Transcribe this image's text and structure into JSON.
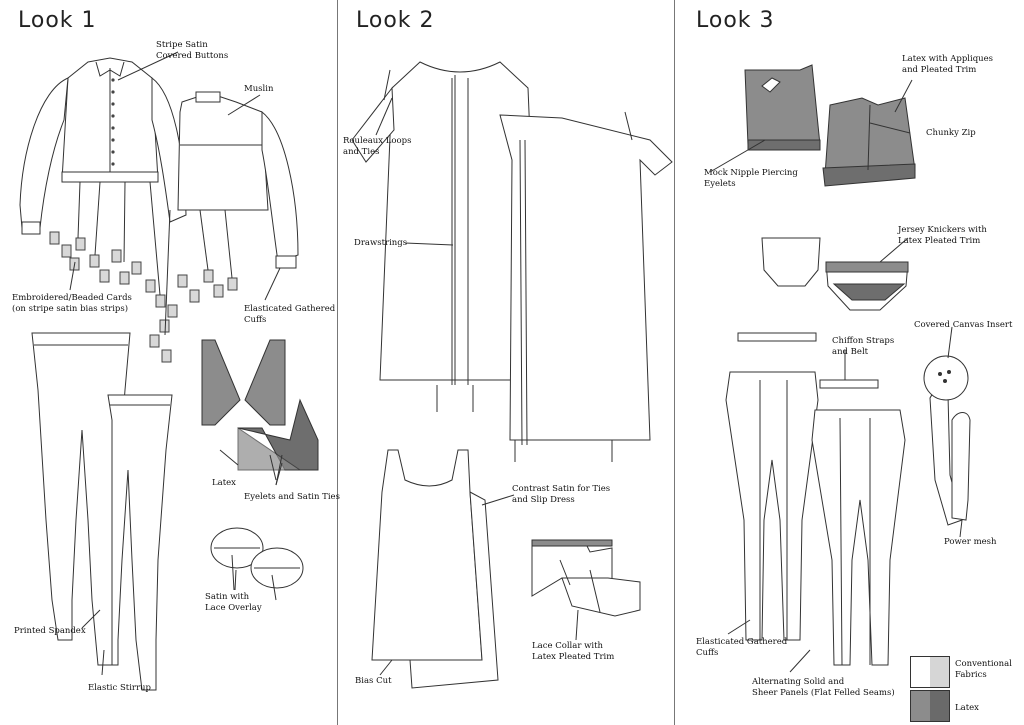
{
  "looks": [
    {
      "title": "Look 1"
    },
    {
      "title": "Look 2"
    },
    {
      "title": "Look 3"
    }
  ],
  "labels": {
    "l1_buttons": "Stripe Satin\nCovered Buttons",
    "l1_muslin": "Muslin",
    "l1_cards": "Embroidered/Beaded Cards\n(on stripe satin bias strips)",
    "l1_cuffs": "Elasticated Gathered\nCuffs",
    "l1_latex": "Latex",
    "l1_eyelets": "Eyelets and Satin Ties",
    "l1_satin": "Satin with\nLace Overlay",
    "l1_spandex": "Printed Spandex",
    "l1_stirrup": "Elastic Stirrup",
    "l2_loops": "Rouleaux Loops\nand Ties",
    "l2_draw": "Drawstrings",
    "l2_contrast": "Contrast Satin for Ties\nand Slip Dress",
    "l2_collar": "Lace Collar with\nLatex Pleated Trim",
    "l2_bias": "Bias Cut",
    "l3_appliques": "Latex with Appliques\nand Pleated Trim",
    "l3_zip": "Chunky Zip",
    "l3_mock": "Mock Nipple Piercing\nEyelets",
    "l3_jersey": "Jersey Knickers with\nLatex Pleated Trim",
    "l3_canvas": "Covered Canvas Insert",
    "l3_chiffon": "Chiffon Straps\nand Belt",
    "l3_mesh": "Power mesh",
    "l3_cuffs": "Elasticated Gathered\nCuffs",
    "l3_panels": "Alternating Solid and\nSheer Panels (Flat Felled Seams)"
  },
  "legend": [
    {
      "label": "Conventional\nFabrics",
      "colors": [
        "#ffffff",
        "#d6d6d6"
      ]
    },
    {
      "label": "Latex",
      "colors": [
        "#8c8c8c",
        "#6a6a6a"
      ]
    }
  ]
}
